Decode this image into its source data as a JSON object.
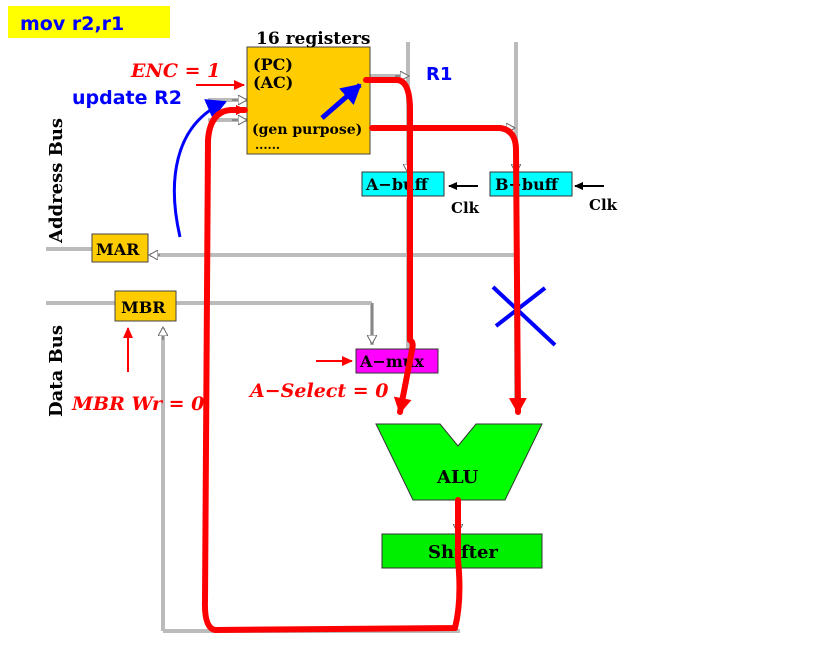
{
  "instruction": "mov  r2,r1",
  "registers": {
    "title": "16 registers",
    "pc": "(PC)",
    "ac": "(AC)",
    "gen": "(gen purpose)",
    "dots": "......"
  },
  "labels": {
    "enc": "ENC = 1",
    "update": "update R2",
    "r1": "R1",
    "address_bus": "Address Bus",
    "data_bus": "Data Bus",
    "mar": "MAR",
    "mbr": "MBR",
    "mbr_wr": "MBR Wr = 0",
    "a_buff": "A−buff",
    "b_buff": "B−buff",
    "clk_a": "Clk",
    "clk_b": "Clk",
    "a_mux": "A−mux",
    "a_select": "A−Select = 0",
    "alu": "ALU",
    "shifter": "Shifter"
  },
  "colors": {
    "instruction_bg": "#ffff00",
    "register_fill": "#ffcc00",
    "buffer_fill": "#00ffff",
    "amux_fill": "#ff00ff",
    "alu_fill": "#00ff00",
    "shifter_fill": "#00ee00",
    "path_red": "#ff0000",
    "annot_blue": "#0000ff",
    "bus_grey": "#cccccc"
  }
}
